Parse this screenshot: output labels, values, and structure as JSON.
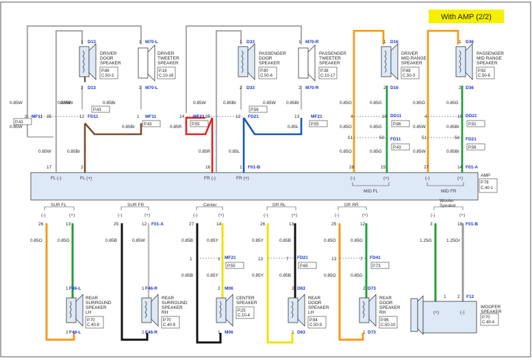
{
  "title": "With AMP (2/2)",
  "amp": {
    "name": "AMP",
    "page": "P.78",
    "code": "C.40-1"
  },
  "groups": {
    "sur_fl": "SUR FL",
    "sur_fr": "SUR FR",
    "center": "Center",
    "dr_rl": "DR RL",
    "dr_rr": "DR RR",
    "woofer": "Woofer\nSpeaker",
    "mid_fl": "MID FL",
    "mid_fr": "MID FR"
  },
  "amp_terms": {
    "fl_minus": "FL (-)",
    "fl_plus": "FL (+)",
    "fr_minus": "FR (-)",
    "fr_plus": "FR (+)",
    "minus": "(-)",
    "plus": "(+)"
  },
  "speakers": {
    "driver_door": {
      "name": "DRIVER\nDOOR\nSPEAKER",
      "page": "P.86",
      "code": "C.50-3"
    },
    "driver_tweeter": {
      "name": "DRIVER\nTWEETER\nSPEAKER",
      "page": "P.18",
      "code": "C.10-16"
    },
    "pass_door": {
      "name": "PASSENGER\nDOOR\nSPEAKER",
      "page": "P.90",
      "code": "C.50-6"
    },
    "pass_tweeter": {
      "name": "PASSENGER\nTWEETER\nSPEAKER",
      "page": "P.38",
      "code": "C.10-17"
    },
    "driver_mid": {
      "name": "DRIVER\nMID RANGE\nSPEAKER",
      "page": "P.88",
      "code": "C.50-3"
    },
    "pass_mid": {
      "name": "PASSENGER\nMID RANGE\nSPEAKER",
      "page": "P.92",
      "code": "C.50-6"
    },
    "rear_sur_lh": {
      "name": "REAR\nSURROUND\nSPEAKER\nLH",
      "page": "P.70",
      "code": "C.40-9"
    },
    "rear_sur_rh": {
      "name": "REAR\nSURROUND\nSPEAKER\nRH",
      "page": "P.70",
      "code": "C.40-9"
    },
    "center": {
      "name": "CENTER\nSPEAKER",
      "page": "P.25",
      "code": "C.10-4"
    },
    "rear_door_lh": {
      "name": "REAR\nDOOR\nSPEAKER\nLH",
      "page": "P.94",
      "code": "C.50-9"
    },
    "rear_door_rh": {
      "name": "REAR\nDOOR\nSPEAKER\nRH",
      "page": "P.96",
      "code": "C.50-10"
    },
    "woofer": {
      "name": "WOOFER\nSPEAKER",
      "page": "P.70",
      "code": "C.40-4"
    }
  },
  "connectors": {
    "d13": "D13",
    "m70l": "M70-L",
    "d33": "D33",
    "m70r": "M70-R",
    "d16": "D16",
    "d36": "D36",
    "mf11": "MF11",
    "fd11": "FD11",
    "mf21": "MF21",
    "fd21": "FD21",
    "dd11": "DD11",
    "dd21": "DD21",
    "f01a": "F01-A",
    "f01b": "F01-B",
    "f46l": "F46-L",
    "f46r": "F46-R",
    "m06": "M06",
    "d63": "D63",
    "d73": "D73",
    "f12": "F12",
    "fd41": "FD41"
  },
  "refs": {
    "p43": "P.43",
    "p56": "P.56",
    "p86": "P.86",
    "p91": "P.91",
    "p55": "P.55",
    "p65": "P.65",
    "p73": "P.73"
  },
  "wires": {
    "w085w": "0.85W",
    "w085br": "0.85Br",
    "w085r": "0.85R",
    "w085l": "0.85L",
    "w085o": "0.85O",
    "w085g": "0.85G",
    "w085b": "0.85B",
    "w085y": "0.85Y",
    "w125g": "1.25G",
    "w125gr": "1.25Gr"
  },
  "colors": {
    "white": "#bdbdbd",
    "brown": "#7a4a2b",
    "red": "#e0211f",
    "blue": "#1456b8",
    "orange": "#f59a17",
    "green": "#1f9e3c",
    "black": "#111111",
    "yellow": "#f1e20a",
    "gray": "#9a9a9a",
    "amp_fill": "#dde9f7",
    "highlight": "#f4f000"
  }
}
